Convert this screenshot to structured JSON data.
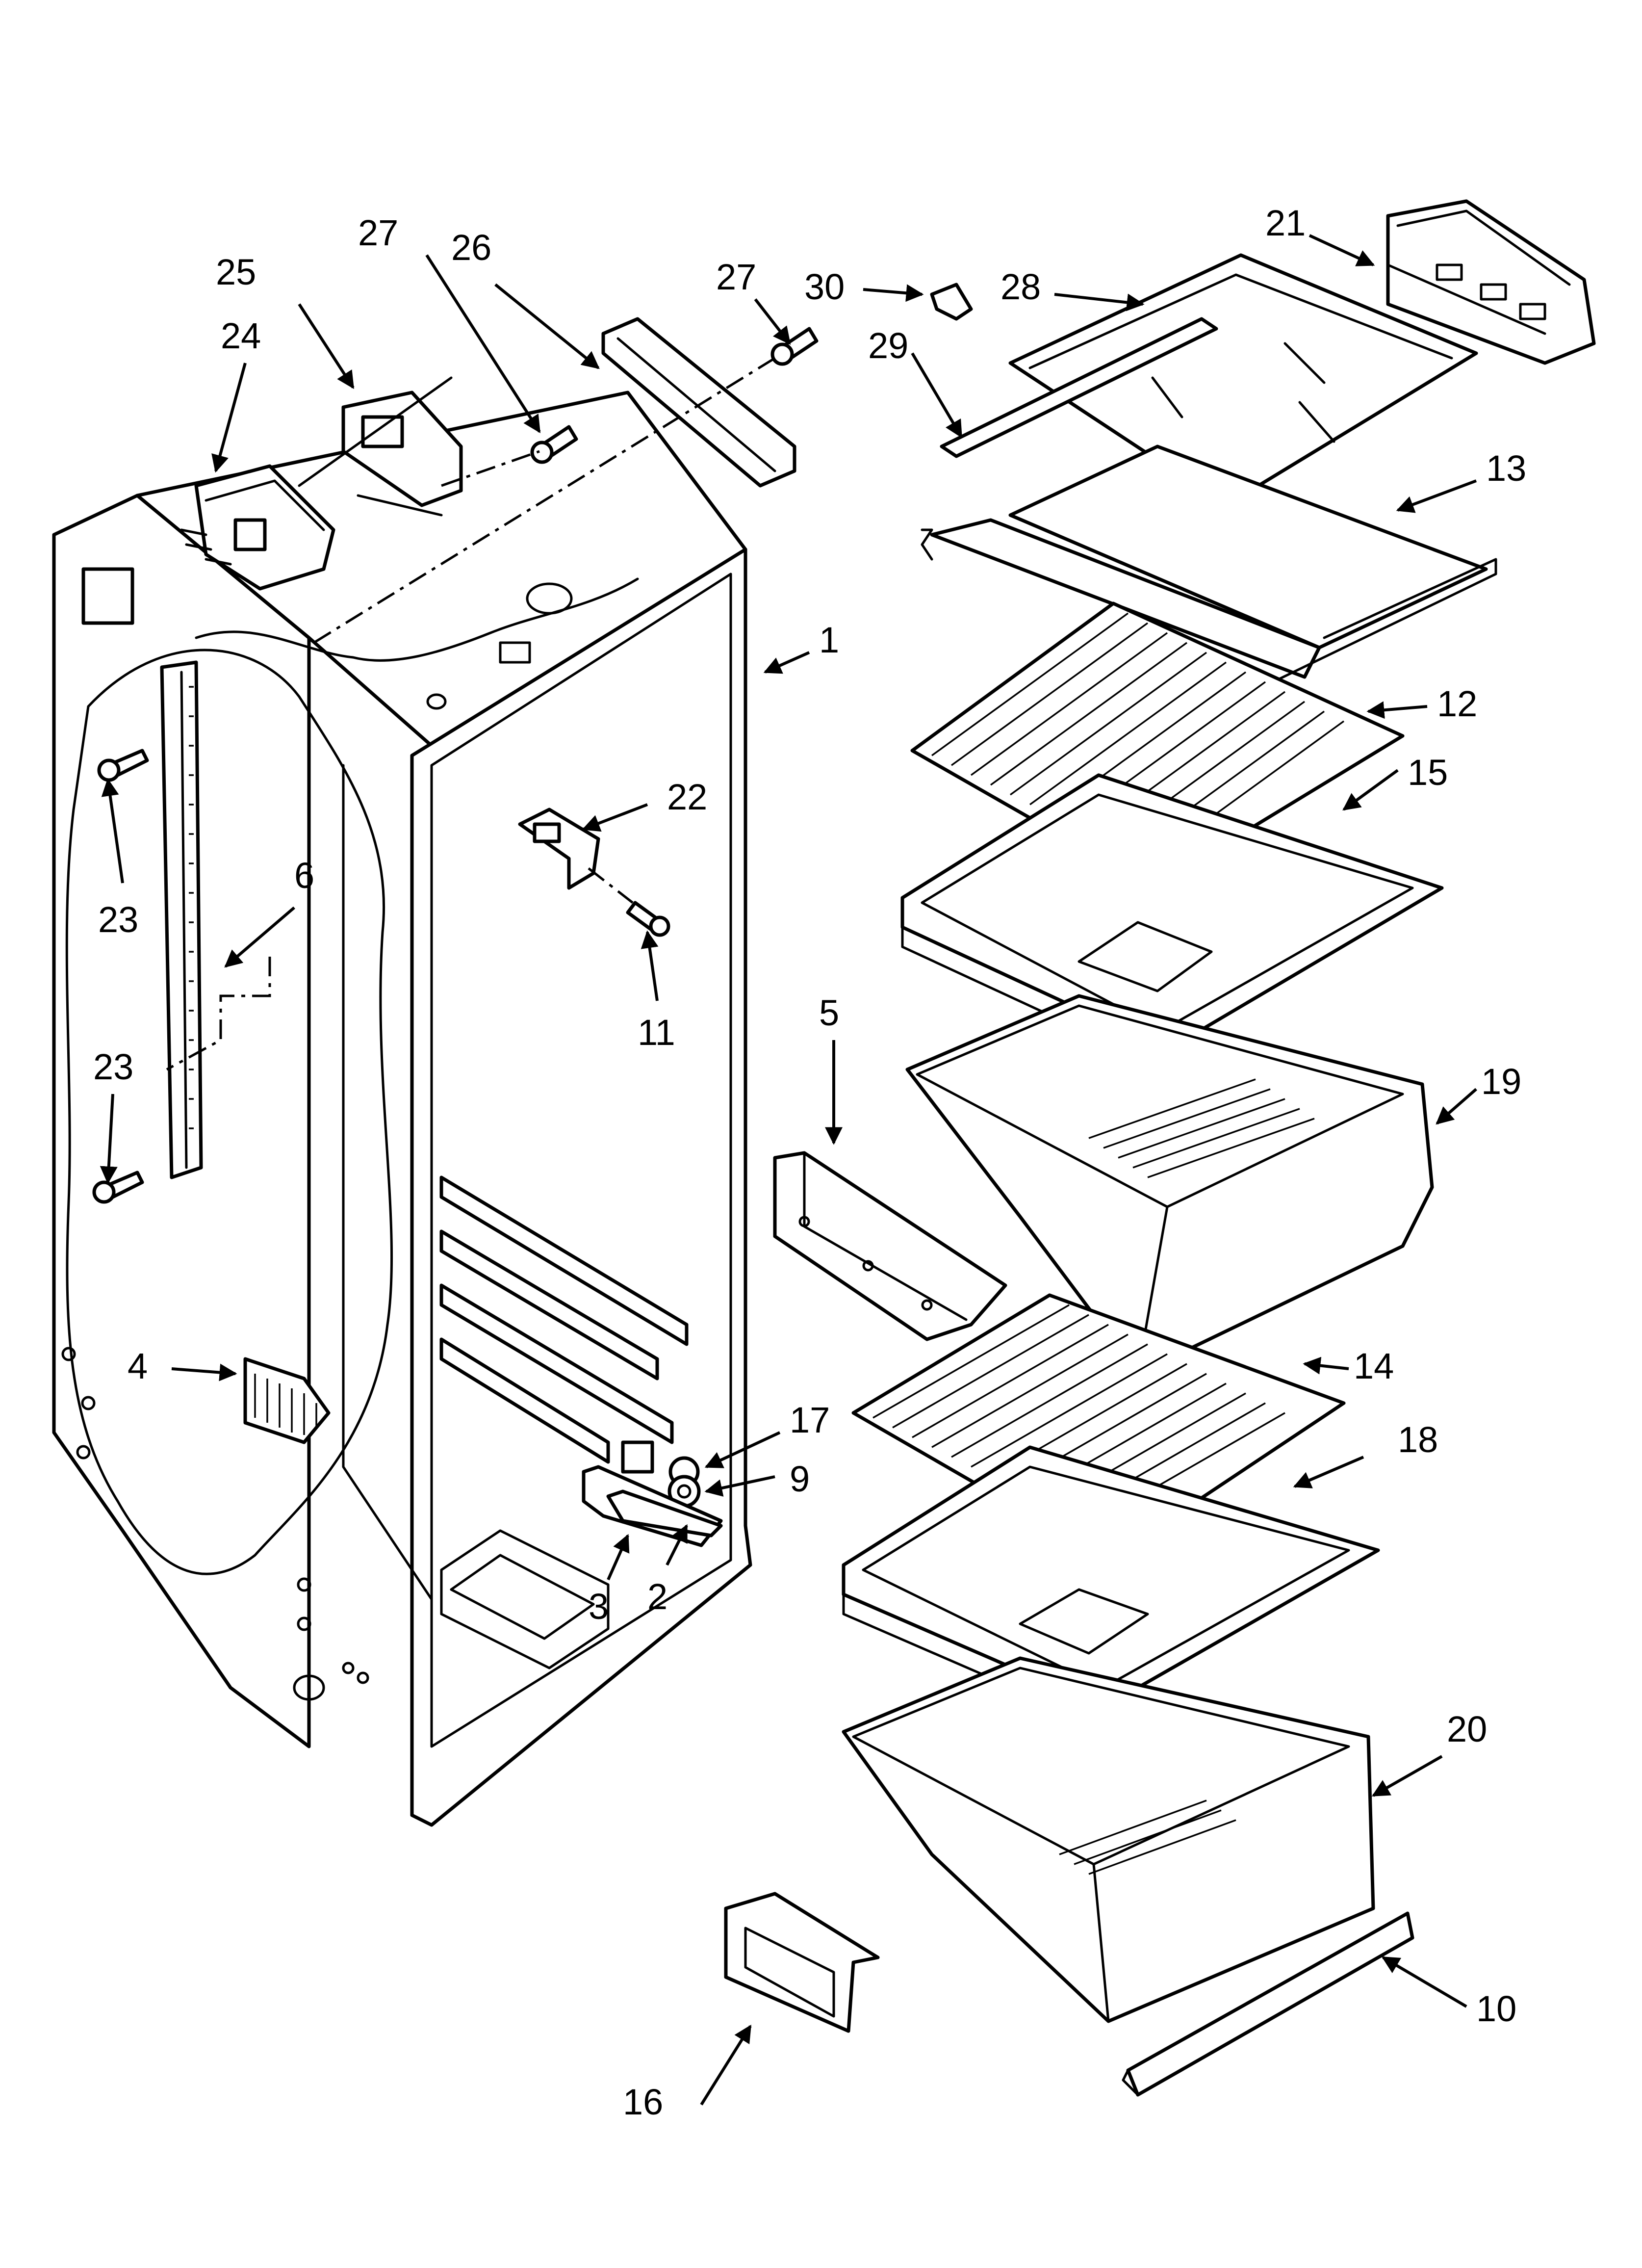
{
  "diagram": {
    "callouts": [
      {
        "id": "c1",
        "label": "1"
      },
      {
        "id": "c2",
        "label": "2"
      },
      {
        "id": "c3",
        "label": "3"
      },
      {
        "id": "c4",
        "label": "4"
      },
      {
        "id": "c5",
        "label": "5"
      },
      {
        "id": "c6",
        "label": "6"
      },
      {
        "id": "c9",
        "label": "9"
      },
      {
        "id": "c10",
        "label": "10"
      },
      {
        "id": "c11",
        "label": "11"
      },
      {
        "id": "c12",
        "label": "12"
      },
      {
        "id": "c13",
        "label": "13"
      },
      {
        "id": "c14",
        "label": "14"
      },
      {
        "id": "c15",
        "label": "15"
      },
      {
        "id": "c16",
        "label": "16"
      },
      {
        "id": "c17",
        "label": "17"
      },
      {
        "id": "c18",
        "label": "18"
      },
      {
        "id": "c19",
        "label": "19"
      },
      {
        "id": "c20",
        "label": "20"
      },
      {
        "id": "c21",
        "label": "21"
      },
      {
        "id": "c22",
        "label": "22"
      },
      {
        "id": "c23a",
        "label": "23"
      },
      {
        "id": "c23b",
        "label": "23"
      },
      {
        "id": "c24",
        "label": "24"
      },
      {
        "id": "c25",
        "label": "25"
      },
      {
        "id": "c26",
        "label": "26"
      },
      {
        "id": "c27a",
        "label": "27"
      },
      {
        "id": "c27b",
        "label": "27"
      },
      {
        "id": "c28",
        "label": "28"
      },
      {
        "id": "c29",
        "label": "29"
      },
      {
        "id": "c30",
        "label": "30"
      }
    ]
  }
}
